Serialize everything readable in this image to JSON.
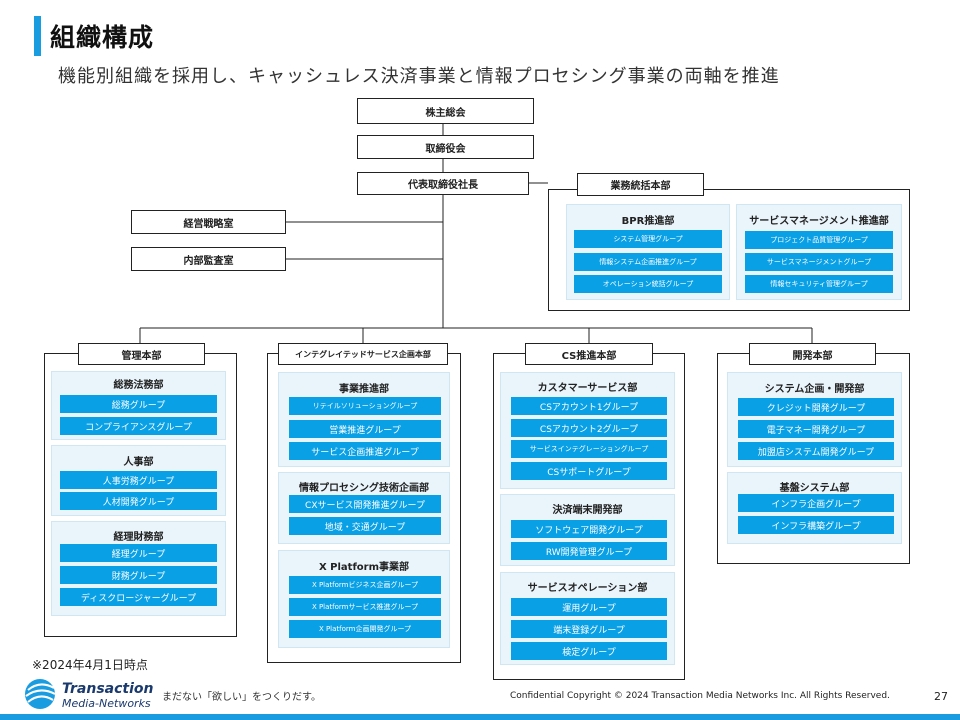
{
  "page": {
    "title": "組織構成",
    "subtitle": "機能別組織を採用し、キャッシュレス決済事業と情報プロセシング事業の両軸を推進",
    "note": "※2024年4月1日時点",
    "logo_line1": "Transaction",
    "logo_line2": "Media-Networks",
    "tagline": "まだない「欲しい」をつくりだす。",
    "footer": "Confidential  Copyright © 2024 Transaction Media Networks Inc. All Rights Reserved.",
    "page_number": "27"
  },
  "top": {
    "shareholders": "株主総会",
    "board": "取締役会",
    "ceo": "代表取締役社長",
    "strategy": "経営戦略室",
    "audit": "内部監査室"
  },
  "business_hq": {
    "label": "業務統括本部",
    "bpr": {
      "title": "BPR推進部",
      "groups": [
        "システム管理グループ",
        "情報システム企画推進グループ",
        "オペレーション統括グループ"
      ]
    },
    "service_mgmt": {
      "title": "サービスマネージメント推進部",
      "groups": [
        "プロジェクト品質管理グループ",
        "サービスマネージメントグループ",
        "情報セキュリティ管理グループ"
      ]
    }
  },
  "admin": {
    "label": "管理本部",
    "sections": [
      {
        "title": "総務法務部",
        "groups": [
          "総務グループ",
          "コンプライアンスグループ"
        ]
      },
      {
        "title": "人事部",
        "groups": [
          "人事労務グループ",
          "人材開発グループ"
        ]
      },
      {
        "title": "経理財務部",
        "groups": [
          "経理グループ",
          "財務グループ",
          "ディスクロージャーグループ"
        ]
      }
    ]
  },
  "integrated": {
    "label": "インテグレイテッドサービス企画本部",
    "sections": [
      {
        "title": "事業推進部",
        "groups": [
          "リテイルソリューショングループ",
          "営業推進グループ",
          "サービス企画推進グループ"
        ]
      },
      {
        "title": "情報プロセシング技術企画部",
        "groups": [
          "CXサービス開発推進グループ",
          "地域・交通グループ"
        ]
      },
      {
        "title": "X Platform事業部",
        "groups": [
          "X Platformビジネス企画グループ",
          "X Platformサービス推進グループ",
          "X Platform企画開発グループ"
        ]
      }
    ]
  },
  "cs": {
    "label": "CS推進本部",
    "sections": [
      {
        "title": "カスタマーサービス部",
        "groups": [
          "CSアカウント1グループ",
          "CSアカウント2グループ",
          "サービスインテグレーショングループ",
          "CSサポートグループ"
        ]
      },
      {
        "title": "決済端末開発部",
        "groups": [
          "ソフトウェア開発グループ",
          "RW開発管理グループ"
        ]
      },
      {
        "title": "サービスオペレーション部",
        "groups": [
          "運用グループ",
          "端末登録グループ",
          "検定グループ"
        ]
      }
    ]
  },
  "dev": {
    "label": "開発本部",
    "sections": [
      {
        "title": "システム企画・開発部",
        "groups": [
          "クレジット開発グループ",
          "電子マネー開発グループ",
          "加盟店システム開発グループ"
        ]
      },
      {
        "title": "基盤システム部",
        "groups": [
          "インフラ企画グループ",
          "インフラ構築グループ"
        ]
      }
    ]
  },
  "colors": {
    "accent": "#1a9ce0",
    "group_fill": "#0aa0e6",
    "section_fill": "#e9f4fb"
  }
}
